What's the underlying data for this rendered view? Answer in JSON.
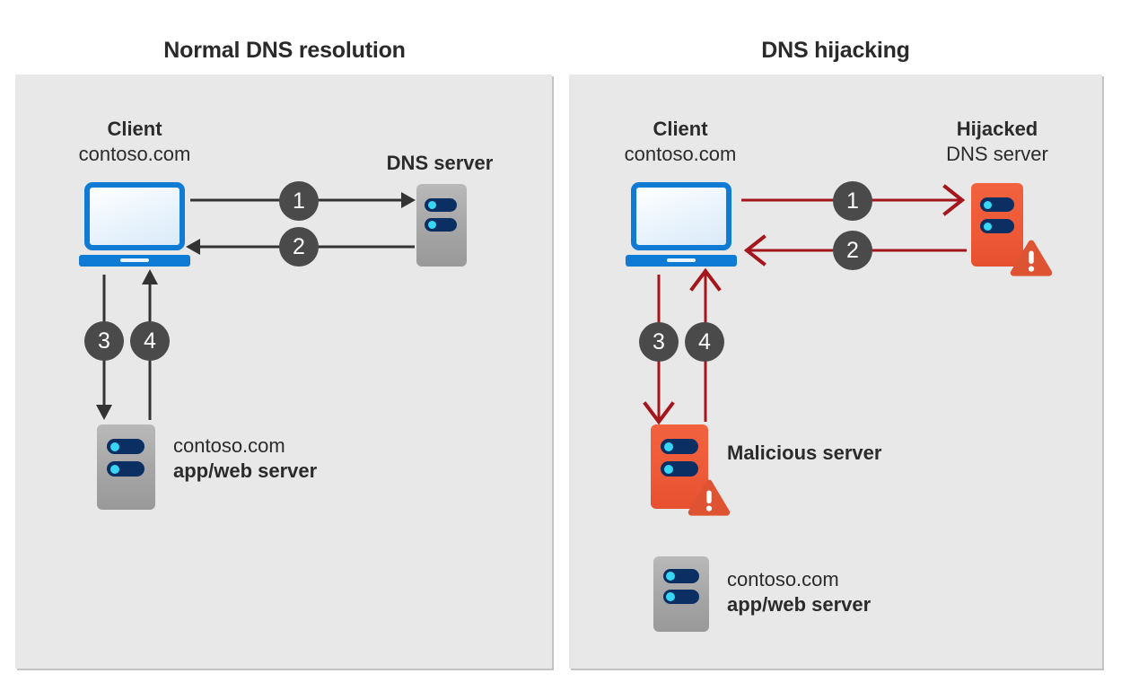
{
  "diagram": {
    "title_left": "Normal DNS resolution",
    "title_right": "DNS hijacking",
    "colors": {
      "panel_background": "#e8e8e8",
      "page_background": "#ffffff",
      "text": "#2b2b2b",
      "step_badge": "#4a4a4a",
      "step_badge_text": "#ffffff",
      "arrow_normal": "#333333",
      "arrow_malicious": "#a4151c",
      "laptop_blue": "#0f7bd4",
      "server_gray": "#a5a5a5",
      "server_red": "#ee5937",
      "server_pill_navy": "#0b2f63",
      "server_dot_cyan": "#38d6f5",
      "warning_orange": "#de5433"
    }
  },
  "left_panel": {
    "name": "normal-dns-resolution",
    "client": {
      "title": "Client",
      "subtitle": "contoso.com",
      "icon": "laptop-icon"
    },
    "dns_server": {
      "title": "DNS server",
      "icon": "server-icon"
    },
    "app_server": {
      "subtitle": "contoso.com",
      "title": "app/web server",
      "icon": "server-icon"
    },
    "steps": [
      {
        "number": "1",
        "direction": "client-to-dns-server"
      },
      {
        "number": "2",
        "direction": "dns-server-to-client"
      },
      {
        "number": "3",
        "direction": "client-to-app-server"
      },
      {
        "number": "4",
        "direction": "app-server-to-client"
      }
    ]
  },
  "right_panel": {
    "name": "dns-hijacking",
    "client": {
      "title": "Client",
      "subtitle": "contoso.com",
      "icon": "laptop-icon"
    },
    "hijacked_dns_server": {
      "title": "Hijacked",
      "subtitle": "DNS server",
      "icon": "server-warning-icon"
    },
    "malicious_server": {
      "title": "Malicious server",
      "icon": "server-warning-icon"
    },
    "app_server": {
      "subtitle": "contoso.com",
      "title": "app/web server",
      "icon": "server-icon"
    },
    "steps": [
      {
        "number": "1",
        "direction": "client-to-hijacked-dns-server"
      },
      {
        "number": "2",
        "direction": "hijacked-dns-server-to-client"
      },
      {
        "number": "3",
        "direction": "client-to-malicious-server"
      },
      {
        "number": "4",
        "direction": "malicious-server-to-client"
      }
    ]
  }
}
